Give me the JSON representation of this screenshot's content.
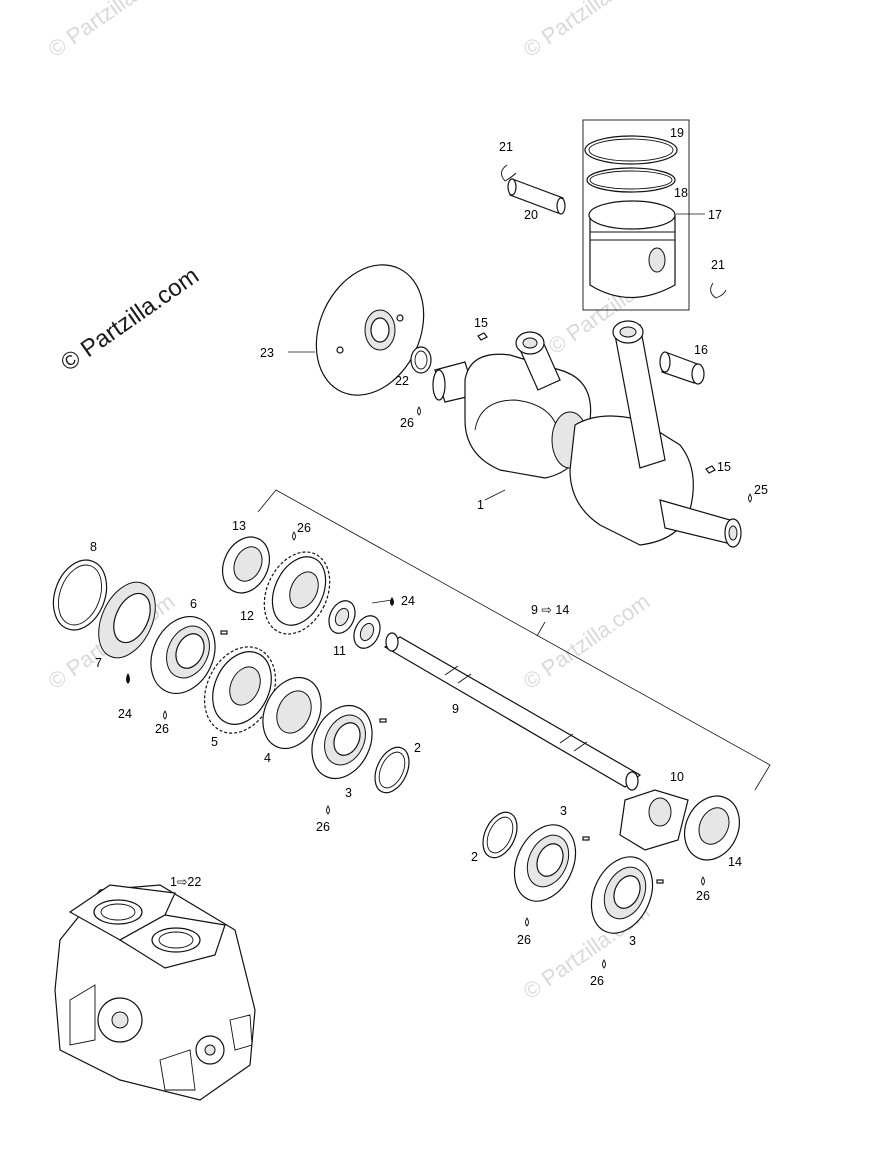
{
  "watermarks": {
    "main": "© Partzilla.com",
    "faded": "© Partzilla.com"
  },
  "callouts": {
    "p1": "1",
    "p2a": "2",
    "p2b": "2",
    "p3a": "3",
    "p3b": "3",
    "p3c": "3",
    "p4": "4",
    "p5": "5",
    "p6": "6",
    "p7": "7",
    "p8": "8",
    "p9": "9",
    "p10": "10",
    "p11": "11",
    "p12": "12",
    "p13": "13",
    "p14": "14",
    "p15a": "15",
    "p15b": "15",
    "p16": "16",
    "p17": "17",
    "p18": "18",
    "p19": "19",
    "p20": "20",
    "p21a": "21",
    "p21b": "21",
    "p22": "22",
    "p23": "23",
    "p24a": "24",
    "p24b": "24",
    "p25": "25",
    "p26a": "26",
    "p26b": "26",
    "p26c": "26",
    "p26d": "26",
    "p26e": "26",
    "p26f": "26",
    "p26g": "26",
    "range_a": "9 ⇨ 14",
    "range_b": "1⇨22"
  },
  "colors": {
    "ink": "#111111",
    "watermark": "#d9d9d9",
    "background": "#ffffff"
  }
}
